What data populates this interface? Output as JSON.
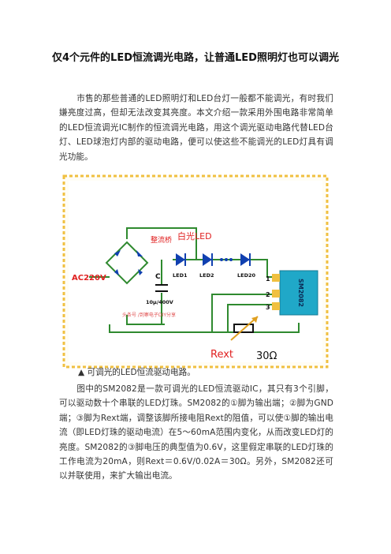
{
  "title": "仅4个元件的LED恒流调光电路，让普通LED照明灯也可以调光",
  "intro": "市售的那些普通的LED照明灯和LED台灯一般都不能调光，有时我们嫌亮度过高，但却无法改变其亮度。本文介绍一款采用外围电路非常简单的LED恒流调光IC制作的恒流调光电路，用这个调光驱动电路代替LED台灯、LED球泡灯内部的驱动电路，便可以使这些不能调光的LED灯具有调光功能。",
  "figure": {
    "label_white_led": "白光LED",
    "label_bridge": "整流桥",
    "label_ac": "AC220V",
    "label_cap": "C",
    "label_cap_value": "10μ/400V",
    "label_led1": "LED1",
    "label_led2": "LED2",
    "label_led20": "LED20",
    "label_ic": "SM2082",
    "pin1": "1",
    "pin2": "2",
    "pin3": "3",
    "label_rext": "Rext",
    "label_ohm": "30Ω",
    "watermark": "头条号 /到寨电子DIY分享",
    "colors": {
      "wire": "#2f8a2f",
      "led": "#1040b0",
      "red": "#e02020",
      "ic": "#20a8c8",
      "border": "#f0c040"
    }
  },
  "caption": "▲ 可调光的LED恒流驱动电路。",
  "body": "图中的SM2082是一款可调光的LED恒流驱动IC，其只有3个引脚，可以驱动数十个串联的LED灯珠。SM2082的①脚为输出端；②脚为GND端；③脚为Rext端，调整该脚所接电阻Rext的阻值，可以使①脚的输出电流（即LED灯珠的驱动电流）在5～60mA范围内变化，从而改变LED灯的亮度。SM2082的③脚电压的典型值为0.6V，这里假定串联的LED灯珠的工作电流为20mA，则Rext＝0.6V/0.02A＝30Ω。另外，SM2082还可以并联使用，来扩大输出电流。"
}
